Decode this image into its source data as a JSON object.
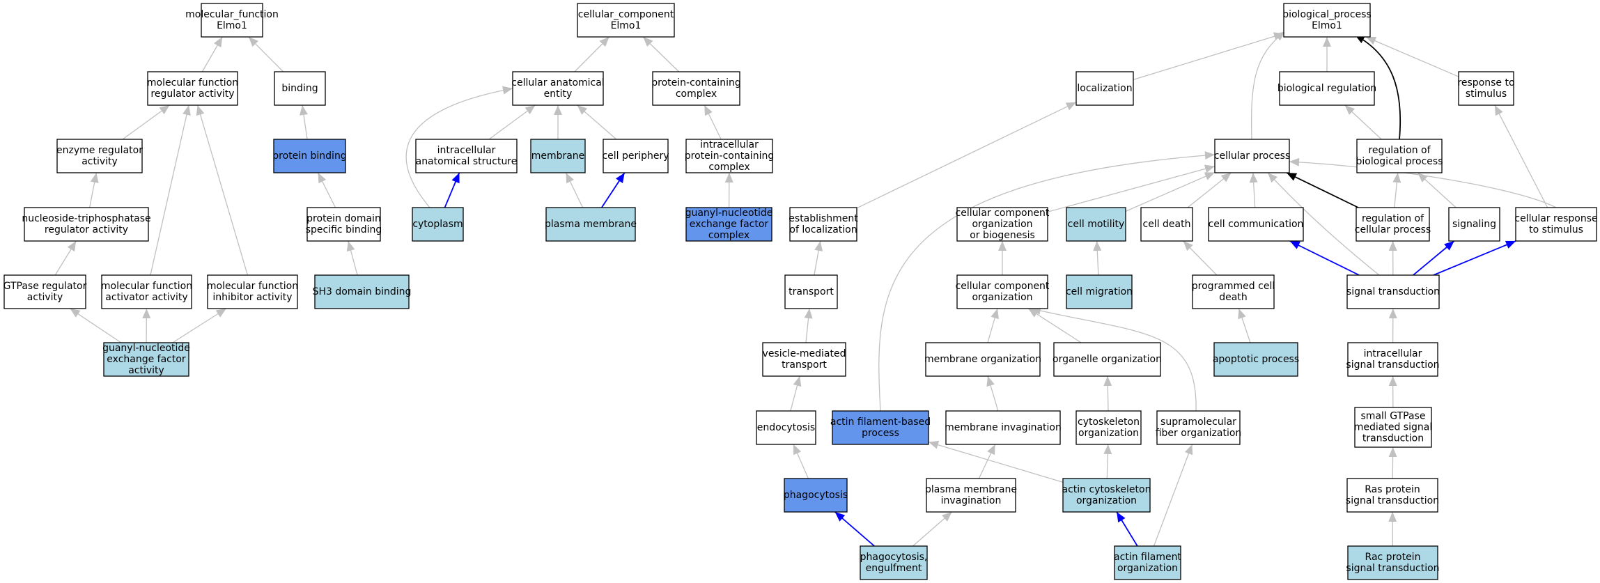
{
  "colors": {
    "plain": "#ffffff",
    "light": "#add8e6",
    "strong": "#6495ed",
    "edge_gray": "#c0c0c0",
    "edge_black": "#000000",
    "edge_blue": "#0000ff"
  },
  "nodes": [
    {
      "id": "mf_root",
      "lines": [
        "molecular_function",
        "Elmo1"
      ],
      "fill": "plain"
    },
    {
      "id": "mf_reg",
      "lines": [
        "molecular function",
        "regulator activity"
      ],
      "fill": "plain"
    },
    {
      "id": "binding",
      "lines": [
        "binding"
      ],
      "fill": "plain"
    },
    {
      "id": "enz_reg",
      "lines": [
        "enzyme regulator",
        "activity"
      ],
      "fill": "plain"
    },
    {
      "id": "protein_binding",
      "lines": [
        "protein binding"
      ],
      "fill": "strong"
    },
    {
      "id": "ntp_reg",
      "lines": [
        "nucleoside-triphosphatase",
        "regulator activity"
      ],
      "fill": "plain"
    },
    {
      "id": "pdsb",
      "lines": [
        "protein domain",
        "specific binding"
      ],
      "fill": "plain"
    },
    {
      "id": "gtpase_reg",
      "lines": [
        "GTPase regulator",
        "activity"
      ],
      "fill": "plain"
    },
    {
      "id": "mf_act",
      "lines": [
        "molecular function",
        "activator activity"
      ],
      "fill": "plain"
    },
    {
      "id": "mf_inh",
      "lines": [
        "molecular function",
        "inhibitor activity"
      ],
      "fill": "plain"
    },
    {
      "id": "sh3",
      "lines": [
        "SH3 domain binding"
      ],
      "fill": "light"
    },
    {
      "id": "gef_act",
      "lines": [
        "guanyl-nucleotide",
        "exchange factor",
        "activity"
      ],
      "fill": "light"
    },
    {
      "id": "cc_root",
      "lines": [
        "cellular_component",
        "Elmo1"
      ],
      "fill": "plain"
    },
    {
      "id": "cae",
      "lines": [
        "cellular anatomical",
        "entity"
      ],
      "fill": "plain"
    },
    {
      "id": "pcc",
      "lines": [
        "protein-containing",
        "complex"
      ],
      "fill": "plain"
    },
    {
      "id": "ias",
      "lines": [
        "intracellular",
        "anatomical structure"
      ],
      "fill": "plain"
    },
    {
      "id": "membrane",
      "lines": [
        "membrane"
      ],
      "fill": "light"
    },
    {
      "id": "cell_periphery",
      "lines": [
        "cell periphery"
      ],
      "fill": "plain"
    },
    {
      "id": "ipcc",
      "lines": [
        "intracellular",
        "protein-containing",
        "complex"
      ],
      "fill": "plain"
    },
    {
      "id": "cytoplasm",
      "lines": [
        "cytoplasm"
      ],
      "fill": "light"
    },
    {
      "id": "plasma_membrane",
      "lines": [
        "plasma membrane"
      ],
      "fill": "light"
    },
    {
      "id": "gef_complex",
      "lines": [
        "guanyl-nucleotide",
        "exchange factor",
        "complex"
      ],
      "fill": "strong"
    },
    {
      "id": "bp_root",
      "lines": [
        "biological_process",
        "Elmo1"
      ],
      "fill": "plain"
    },
    {
      "id": "localization",
      "lines": [
        "localization"
      ],
      "fill": "plain"
    },
    {
      "id": "bio_reg",
      "lines": [
        "biological regulation"
      ],
      "fill": "plain"
    },
    {
      "id": "resp_stim",
      "lines": [
        "response to",
        "stimulus"
      ],
      "fill": "plain"
    },
    {
      "id": "cell_process",
      "lines": [
        "cellular process"
      ],
      "fill": "plain"
    },
    {
      "id": "reg_bio",
      "lines": [
        "regulation of",
        "biological process"
      ],
      "fill": "plain"
    },
    {
      "id": "est_loc",
      "lines": [
        "establishment",
        "of localization"
      ],
      "fill": "plain"
    },
    {
      "id": "ccob",
      "lines": [
        "cellular component",
        "organization",
        "or biogenesis"
      ],
      "fill": "plain"
    },
    {
      "id": "cell_motility",
      "lines": [
        "cell motility"
      ],
      "fill": "light"
    },
    {
      "id": "cell_death",
      "lines": [
        "cell death"
      ],
      "fill": "plain"
    },
    {
      "id": "cell_comm",
      "lines": [
        "cell communication"
      ],
      "fill": "plain"
    },
    {
      "id": "reg_cell",
      "lines": [
        "regulation of",
        "cellular process"
      ],
      "fill": "plain"
    },
    {
      "id": "signaling",
      "lines": [
        "signaling"
      ],
      "fill": "plain"
    },
    {
      "id": "cell_resp",
      "lines": [
        "cellular response",
        "to stimulus"
      ],
      "fill": "plain"
    },
    {
      "id": "transport",
      "lines": [
        "transport"
      ],
      "fill": "plain"
    },
    {
      "id": "cco",
      "lines": [
        "cellular component",
        "organization"
      ],
      "fill": "plain"
    },
    {
      "id": "cell_migration",
      "lines": [
        "cell migration"
      ],
      "fill": "light"
    },
    {
      "id": "pcd",
      "lines": [
        "programmed cell",
        "death"
      ],
      "fill": "plain"
    },
    {
      "id": "sig_trans",
      "lines": [
        "signal transduction"
      ],
      "fill": "plain"
    },
    {
      "id": "vmt",
      "lines": [
        "vesicle-mediated",
        "transport"
      ],
      "fill": "plain"
    },
    {
      "id": "mem_org",
      "lines": [
        "membrane organization"
      ],
      "fill": "plain"
    },
    {
      "id": "org_org",
      "lines": [
        "organelle organization"
      ],
      "fill": "plain"
    },
    {
      "id": "apoptotic",
      "lines": [
        "apoptotic process"
      ],
      "fill": "light"
    },
    {
      "id": "ist",
      "lines": [
        "intracellular",
        "signal transduction"
      ],
      "fill": "plain"
    },
    {
      "id": "endocytosis",
      "lines": [
        "endocytosis"
      ],
      "fill": "plain"
    },
    {
      "id": "afbp",
      "lines": [
        "actin filament-based",
        "process"
      ],
      "fill": "strong"
    },
    {
      "id": "mem_inv",
      "lines": [
        "membrane invagination"
      ],
      "fill": "plain"
    },
    {
      "id": "cyto_org",
      "lines": [
        "cytoskeleton",
        "organization"
      ],
      "fill": "plain"
    },
    {
      "id": "supra",
      "lines": [
        "supramolecular",
        "fiber organization"
      ],
      "fill": "plain"
    },
    {
      "id": "small_gtpase",
      "lines": [
        "small GTPase",
        "mediated signal",
        "transduction"
      ],
      "fill": "plain"
    },
    {
      "id": "phagocytosis",
      "lines": [
        "phagocytosis"
      ],
      "fill": "strong"
    },
    {
      "id": "pm_inv",
      "lines": [
        "plasma membrane",
        "invagination"
      ],
      "fill": "plain"
    },
    {
      "id": "acto",
      "lines": [
        "actin cytoskeleton",
        "organization"
      ],
      "fill": "light"
    },
    {
      "id": "ras",
      "lines": [
        "Ras protein",
        "signal transduction"
      ],
      "fill": "plain"
    },
    {
      "id": "phago_eng",
      "lines": [
        "phagocytosis,",
        "engulfment"
      ],
      "fill": "light"
    },
    {
      "id": "afo",
      "lines": [
        "actin filament",
        "organization"
      ],
      "fill": "light"
    },
    {
      "id": "rac",
      "lines": [
        "Rac protein",
        "signal transduction"
      ],
      "fill": "light"
    }
  ],
  "edges": [
    {
      "from": "mf_reg",
      "to": "mf_root",
      "color": "gray"
    },
    {
      "from": "binding",
      "to": "mf_root",
      "color": "gray"
    },
    {
      "from": "enz_reg",
      "to": "mf_reg",
      "color": "gray"
    },
    {
      "from": "mf_act",
      "to": "mf_reg",
      "color": "gray"
    },
    {
      "from": "mf_inh",
      "to": "mf_reg",
      "color": "gray"
    },
    {
      "from": "protein_binding",
      "to": "binding",
      "color": "gray"
    },
    {
      "from": "ntp_reg",
      "to": "enz_reg",
      "color": "gray"
    },
    {
      "from": "pdsb",
      "to": "protein_binding",
      "color": "gray"
    },
    {
      "from": "gtpase_reg",
      "to": "ntp_reg",
      "color": "gray"
    },
    {
      "from": "sh3",
      "to": "pdsb",
      "color": "gray"
    },
    {
      "from": "gef_act",
      "to": "gtpase_reg",
      "color": "gray"
    },
    {
      "from": "gef_act",
      "to": "mf_act",
      "color": "gray"
    },
    {
      "from": "gef_act",
      "to": "mf_inh",
      "color": "gray"
    },
    {
      "from": "cae",
      "to": "cc_root",
      "color": "gray"
    },
    {
      "from": "pcc",
      "to": "cc_root",
      "color": "gray"
    },
    {
      "from": "ias",
      "to": "cae",
      "color": "gray"
    },
    {
      "from": "membrane",
      "to": "cae",
      "color": "gray"
    },
    {
      "from": "cell_periphery",
      "to": "cae",
      "color": "gray"
    },
    {
      "from": "cytoplasm",
      "to": "cae",
      "color": "gray"
    },
    {
      "from": "ipcc",
      "to": "pcc",
      "color": "gray"
    },
    {
      "from": "cytoplasm",
      "to": "ias",
      "color": "blue"
    },
    {
      "from": "plasma_membrane",
      "to": "membrane",
      "color": "gray"
    },
    {
      "from": "plasma_membrane",
      "to": "cell_periphery",
      "color": "blue"
    },
    {
      "from": "gef_complex",
      "to": "ipcc",
      "color": "gray"
    },
    {
      "from": "localization",
      "to": "bp_root",
      "color": "gray"
    },
    {
      "from": "bio_reg",
      "to": "bp_root",
      "color": "gray"
    },
    {
      "from": "resp_stim",
      "to": "bp_root",
      "color": "gray"
    },
    {
      "from": "cell_process",
      "to": "bp_root",
      "color": "gray"
    },
    {
      "from": "reg_bio",
      "to": "bp_root",
      "color": "black"
    },
    {
      "from": "reg_bio",
      "to": "bio_reg",
      "color": "gray"
    },
    {
      "from": "est_loc",
      "to": "localization",
      "color": "gray"
    },
    {
      "from": "ccob",
      "to": "cell_process",
      "color": "gray"
    },
    {
      "from": "cell_motility",
      "to": "cell_process",
      "color": "gray"
    },
    {
      "from": "cell_death",
      "to": "cell_process",
      "color": "gray"
    },
    {
      "from": "cell_comm",
      "to": "cell_process",
      "color": "gray"
    },
    {
      "from": "reg_cell",
      "to": "cell_process",
      "color": "black"
    },
    {
      "from": "cell_resp",
      "to": "cell_process",
      "color": "gray"
    },
    {
      "from": "sig_trans",
      "to": "cell_process",
      "color": "gray"
    },
    {
      "from": "afbp",
      "to": "cell_process",
      "color": "gray"
    },
    {
      "from": "reg_cell",
      "to": "reg_bio",
      "color": "gray"
    },
    {
      "from": "signaling",
      "to": "reg_bio",
      "color": "gray"
    },
    {
      "from": "cell_resp",
      "to": "resp_stim",
      "color": "gray"
    },
    {
      "from": "transport",
      "to": "est_loc",
      "color": "gray"
    },
    {
      "from": "cco",
      "to": "ccob",
      "color": "gray"
    },
    {
      "from": "cell_migration",
      "to": "cell_motility",
      "color": "gray"
    },
    {
      "from": "pcd",
      "to": "cell_death",
      "color": "gray"
    },
    {
      "from": "sig_trans",
      "to": "cell_comm",
      "color": "blue"
    },
    {
      "from": "sig_trans",
      "to": "reg_cell",
      "color": "gray"
    },
    {
      "from": "sig_trans",
      "to": "signaling",
      "color": "blue"
    },
    {
      "from": "sig_trans",
      "to": "cell_resp",
      "color": "blue"
    },
    {
      "from": "vmt",
      "to": "transport",
      "color": "gray"
    },
    {
      "from": "mem_org",
      "to": "cco",
      "color": "gray"
    },
    {
      "from": "org_org",
      "to": "cco",
      "color": "gray"
    },
    {
      "from": "supra",
      "to": "cco",
      "color": "gray"
    },
    {
      "from": "apoptotic",
      "to": "pcd",
      "color": "gray"
    },
    {
      "from": "ist",
      "to": "sig_trans",
      "color": "gray"
    },
    {
      "from": "endocytosis",
      "to": "vmt",
      "color": "gray"
    },
    {
      "from": "mem_inv",
      "to": "mem_org",
      "color": "gray"
    },
    {
      "from": "cyto_org",
      "to": "org_org",
      "color": "gray"
    },
    {
      "from": "small_gtpase",
      "to": "ist",
      "color": "gray"
    },
    {
      "from": "phagocytosis",
      "to": "endocytosis",
      "color": "gray"
    },
    {
      "from": "pm_inv",
      "to": "mem_inv",
      "color": "gray"
    },
    {
      "from": "acto",
      "to": "cyto_org",
      "color": "gray"
    },
    {
      "from": "acto",
      "to": "afbp",
      "color": "gray"
    },
    {
      "from": "afo",
      "to": "supra",
      "color": "gray"
    },
    {
      "from": "ras",
      "to": "small_gtpase",
      "color": "gray"
    },
    {
      "from": "phago_eng",
      "to": "phagocytosis",
      "color": "blue"
    },
    {
      "from": "phago_eng",
      "to": "pm_inv",
      "color": "gray"
    },
    {
      "from": "afo",
      "to": "acto",
      "color": "blue"
    },
    {
      "from": "rac",
      "to": "ras",
      "color": "gray"
    }
  ]
}
